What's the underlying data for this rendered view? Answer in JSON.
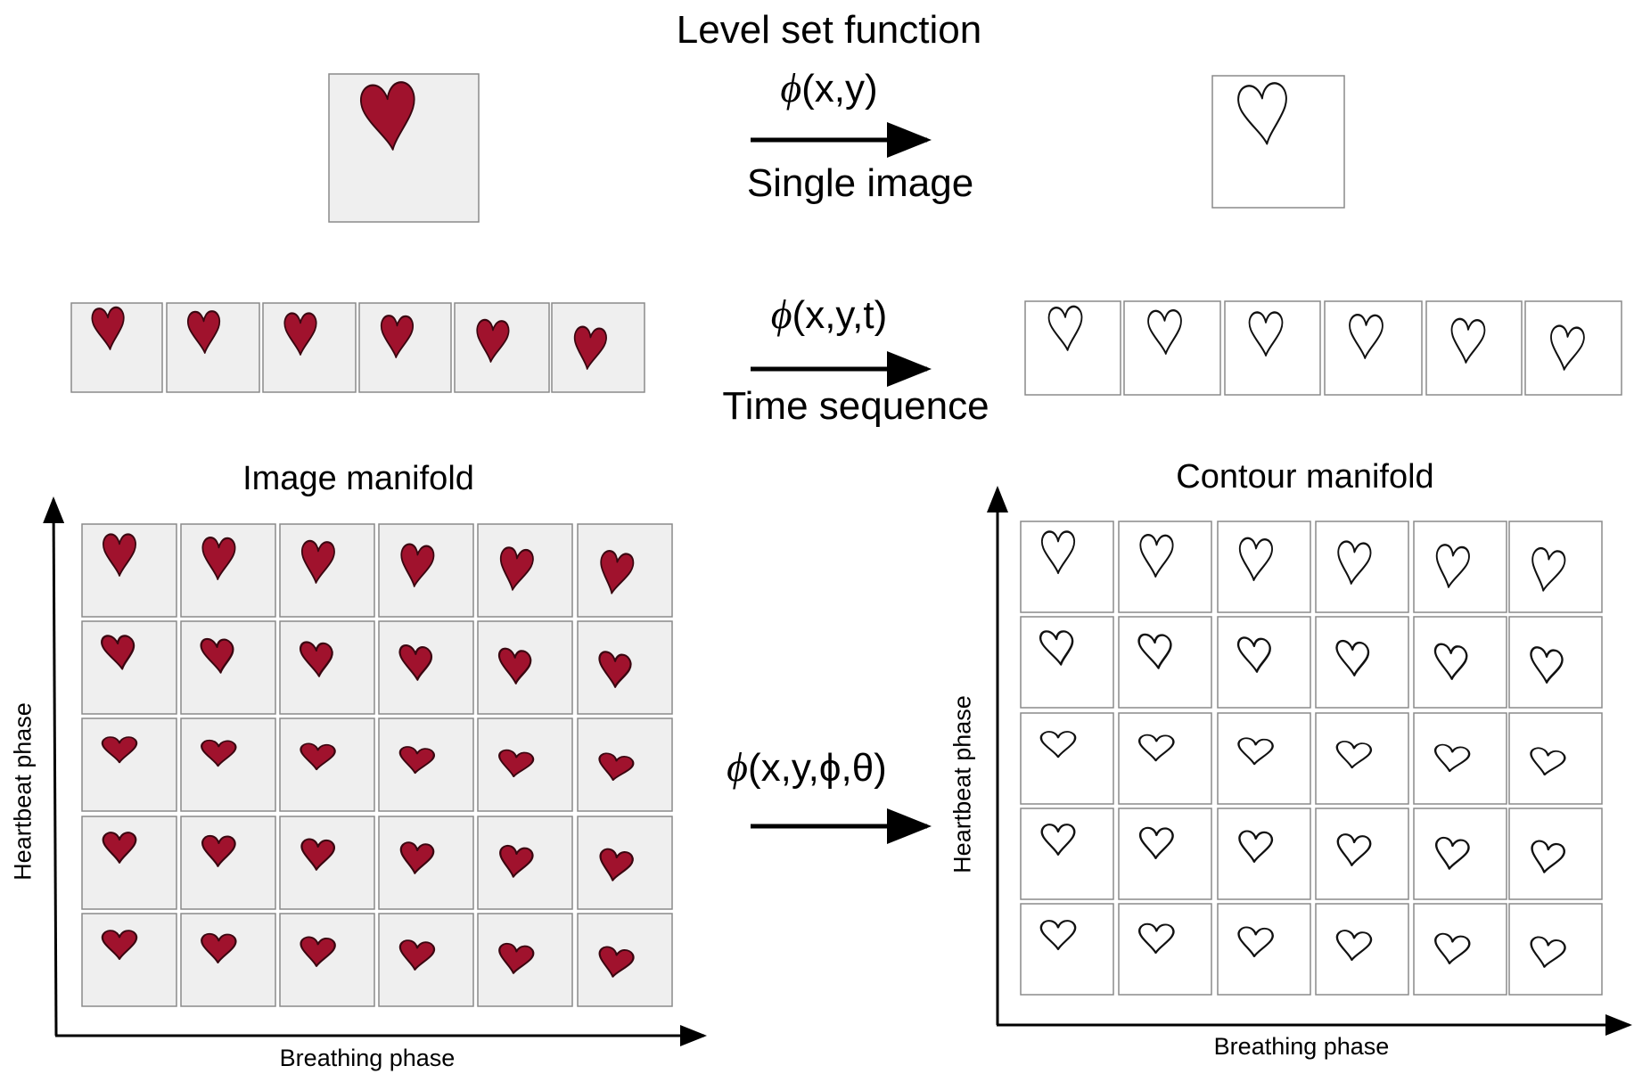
{
  "top": {
    "title": "Level set function",
    "single": {
      "formula_sym": "ϕ",
      "formula_rest": "(x,y)",
      "label": "Single image"
    },
    "time": {
      "formula_sym": "ϕ",
      "formula_rest": "(x,y,t)",
      "label": "Time sequence"
    }
  },
  "manifold": {
    "formula_sym": "ϕ",
    "formula_rest": "(x,y,ϕ,θ)",
    "image_title": "Image manifold",
    "contour_title": "Contour manifold",
    "x_axis": "Breathing phase",
    "y_axis": "Heartbeat phase",
    "rows": 5,
    "cols": 6
  },
  "time_sequence_frames": 6,
  "colors": {
    "heart_fill": "#a0122d",
    "heart_stroke": "#3a0610",
    "image_tile_bg": "#efefef",
    "tile_border": "#8a8a8a",
    "arrow": "#000000"
  },
  "icons": {
    "filled_heart": "heart-filled-icon",
    "outline_heart": "heart-outline-icon"
  }
}
